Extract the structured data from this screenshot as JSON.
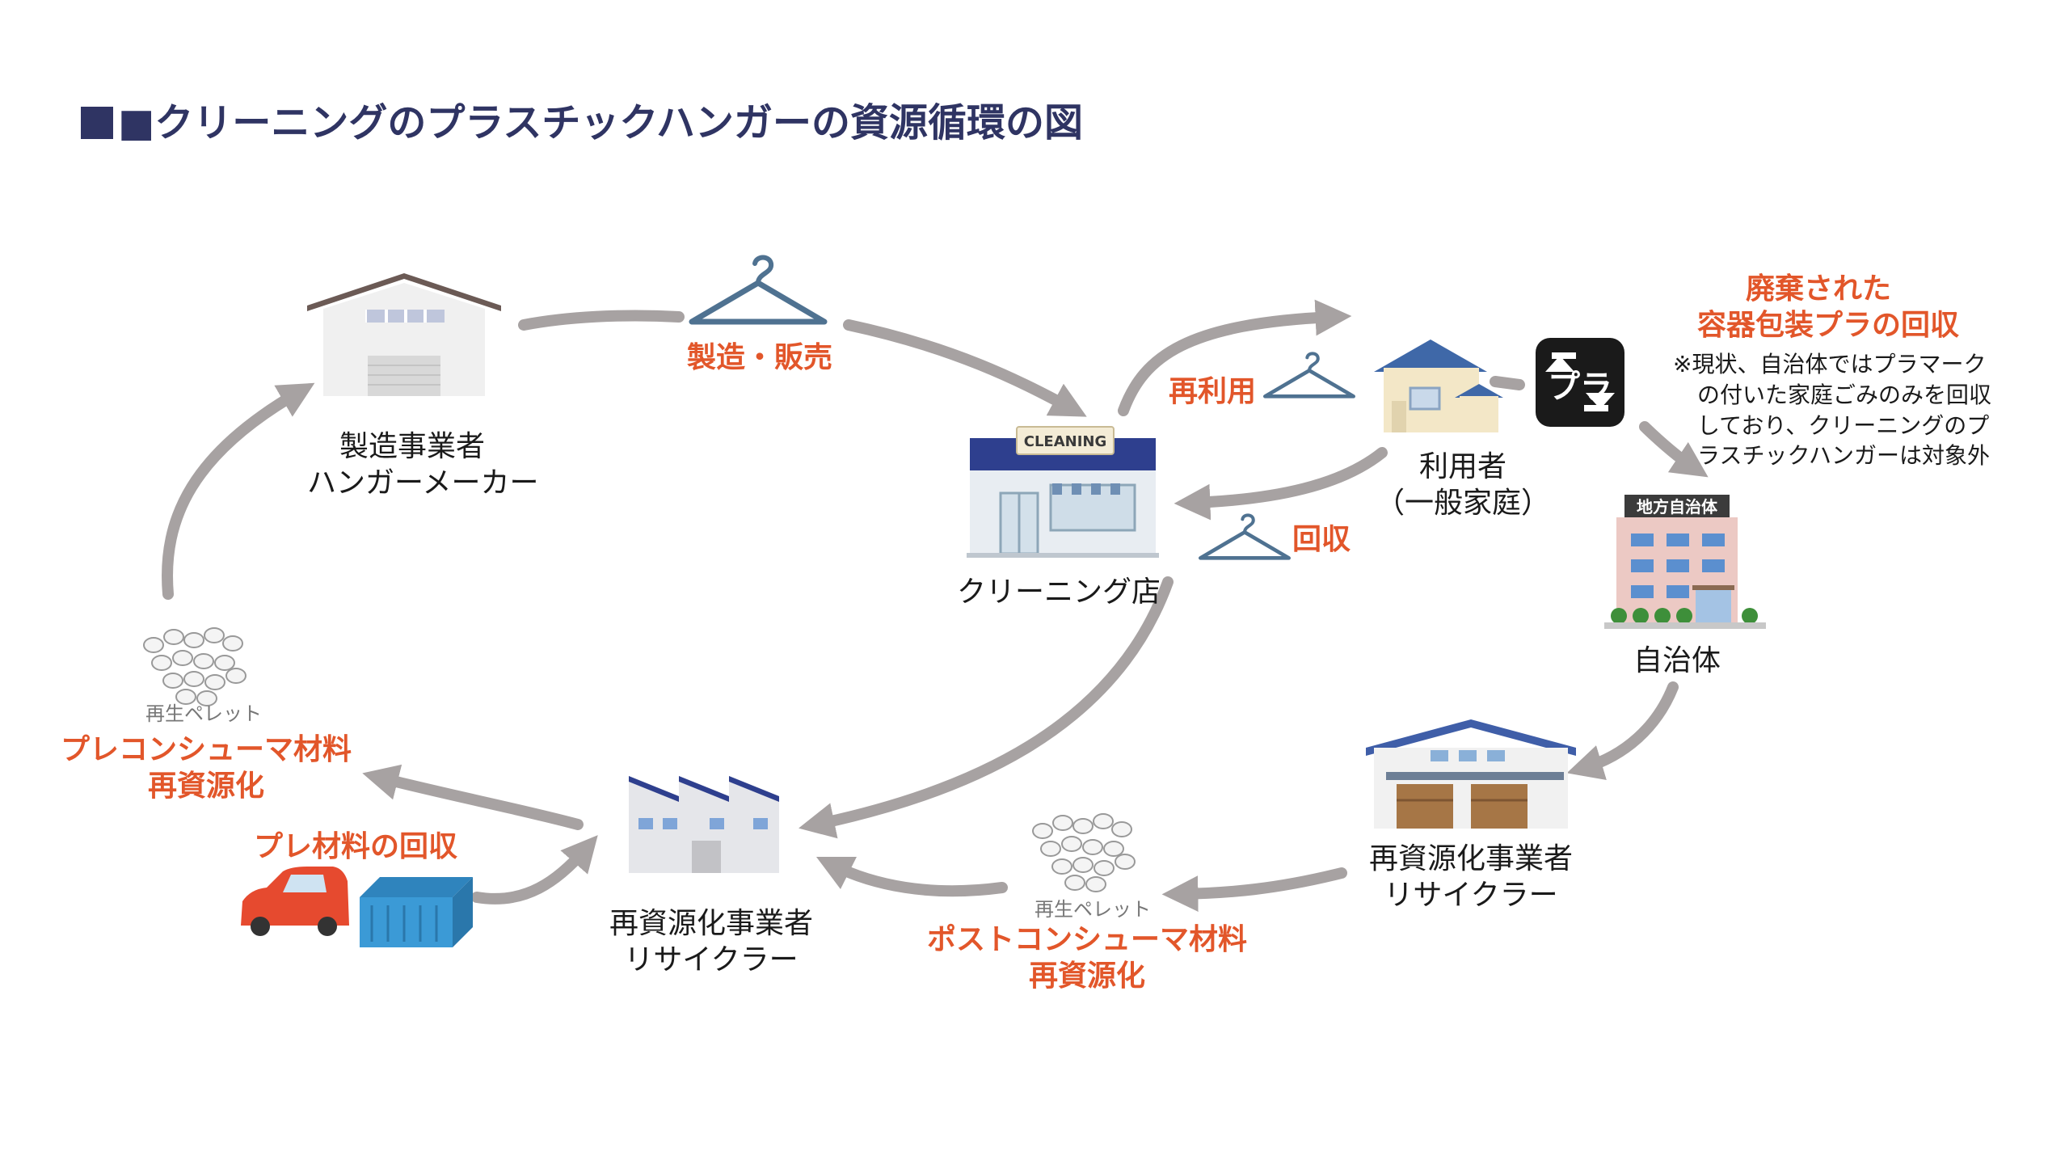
{
  "title": "■クリーニングのプラスチックハンガーの資源循環の図",
  "nodes": {
    "manufacturer": {
      "line1": "製造事業者",
      "line2": "ハンガーメーカー"
    },
    "cleaning_store": {
      "line1": "クリーニング店",
      "sign": "CLEANING"
    },
    "user": {
      "line1": "利用者",
      "line2": "（一般家庭）"
    },
    "municipality": {
      "line1": "自治体",
      "sign": "地方自治体"
    },
    "recycler_right": {
      "line1": "再資源化事業者",
      "line2": "リサイクラー"
    },
    "recycler_center": {
      "line1": "再資源化事業者",
      "line2": "リサイクラー"
    }
  },
  "flows": {
    "manufacture_sale": "製造・販売",
    "reuse": "再利用",
    "collect": "回収",
    "discarded_line1": "廃棄された",
    "discarded_line2": "容器包装プラの回収",
    "note_line1": "※現状、自治体ではプラマーク",
    "note_line2": "の付いた家庭ごみのみを回収",
    "note_line3": "しており、クリーニングのプ",
    "note_line4": "ラスチックハンガーは対象外",
    "post_pellet": "再生ペレット",
    "post_line1": "ポストコンシューマ材料",
    "post_line2": "再資源化",
    "pre_pellet": "再生ペレット",
    "pre_line1": "プレコンシューマ材料",
    "pre_line2": "再資源化",
    "pre_collect": "プレ材料の回収"
  },
  "pla_mark": "プラ",
  "colors": {
    "title": "#2f3463",
    "accent": "#e2562a",
    "arrow": "#a7a2a2",
    "hanger": "#4f7291"
  }
}
